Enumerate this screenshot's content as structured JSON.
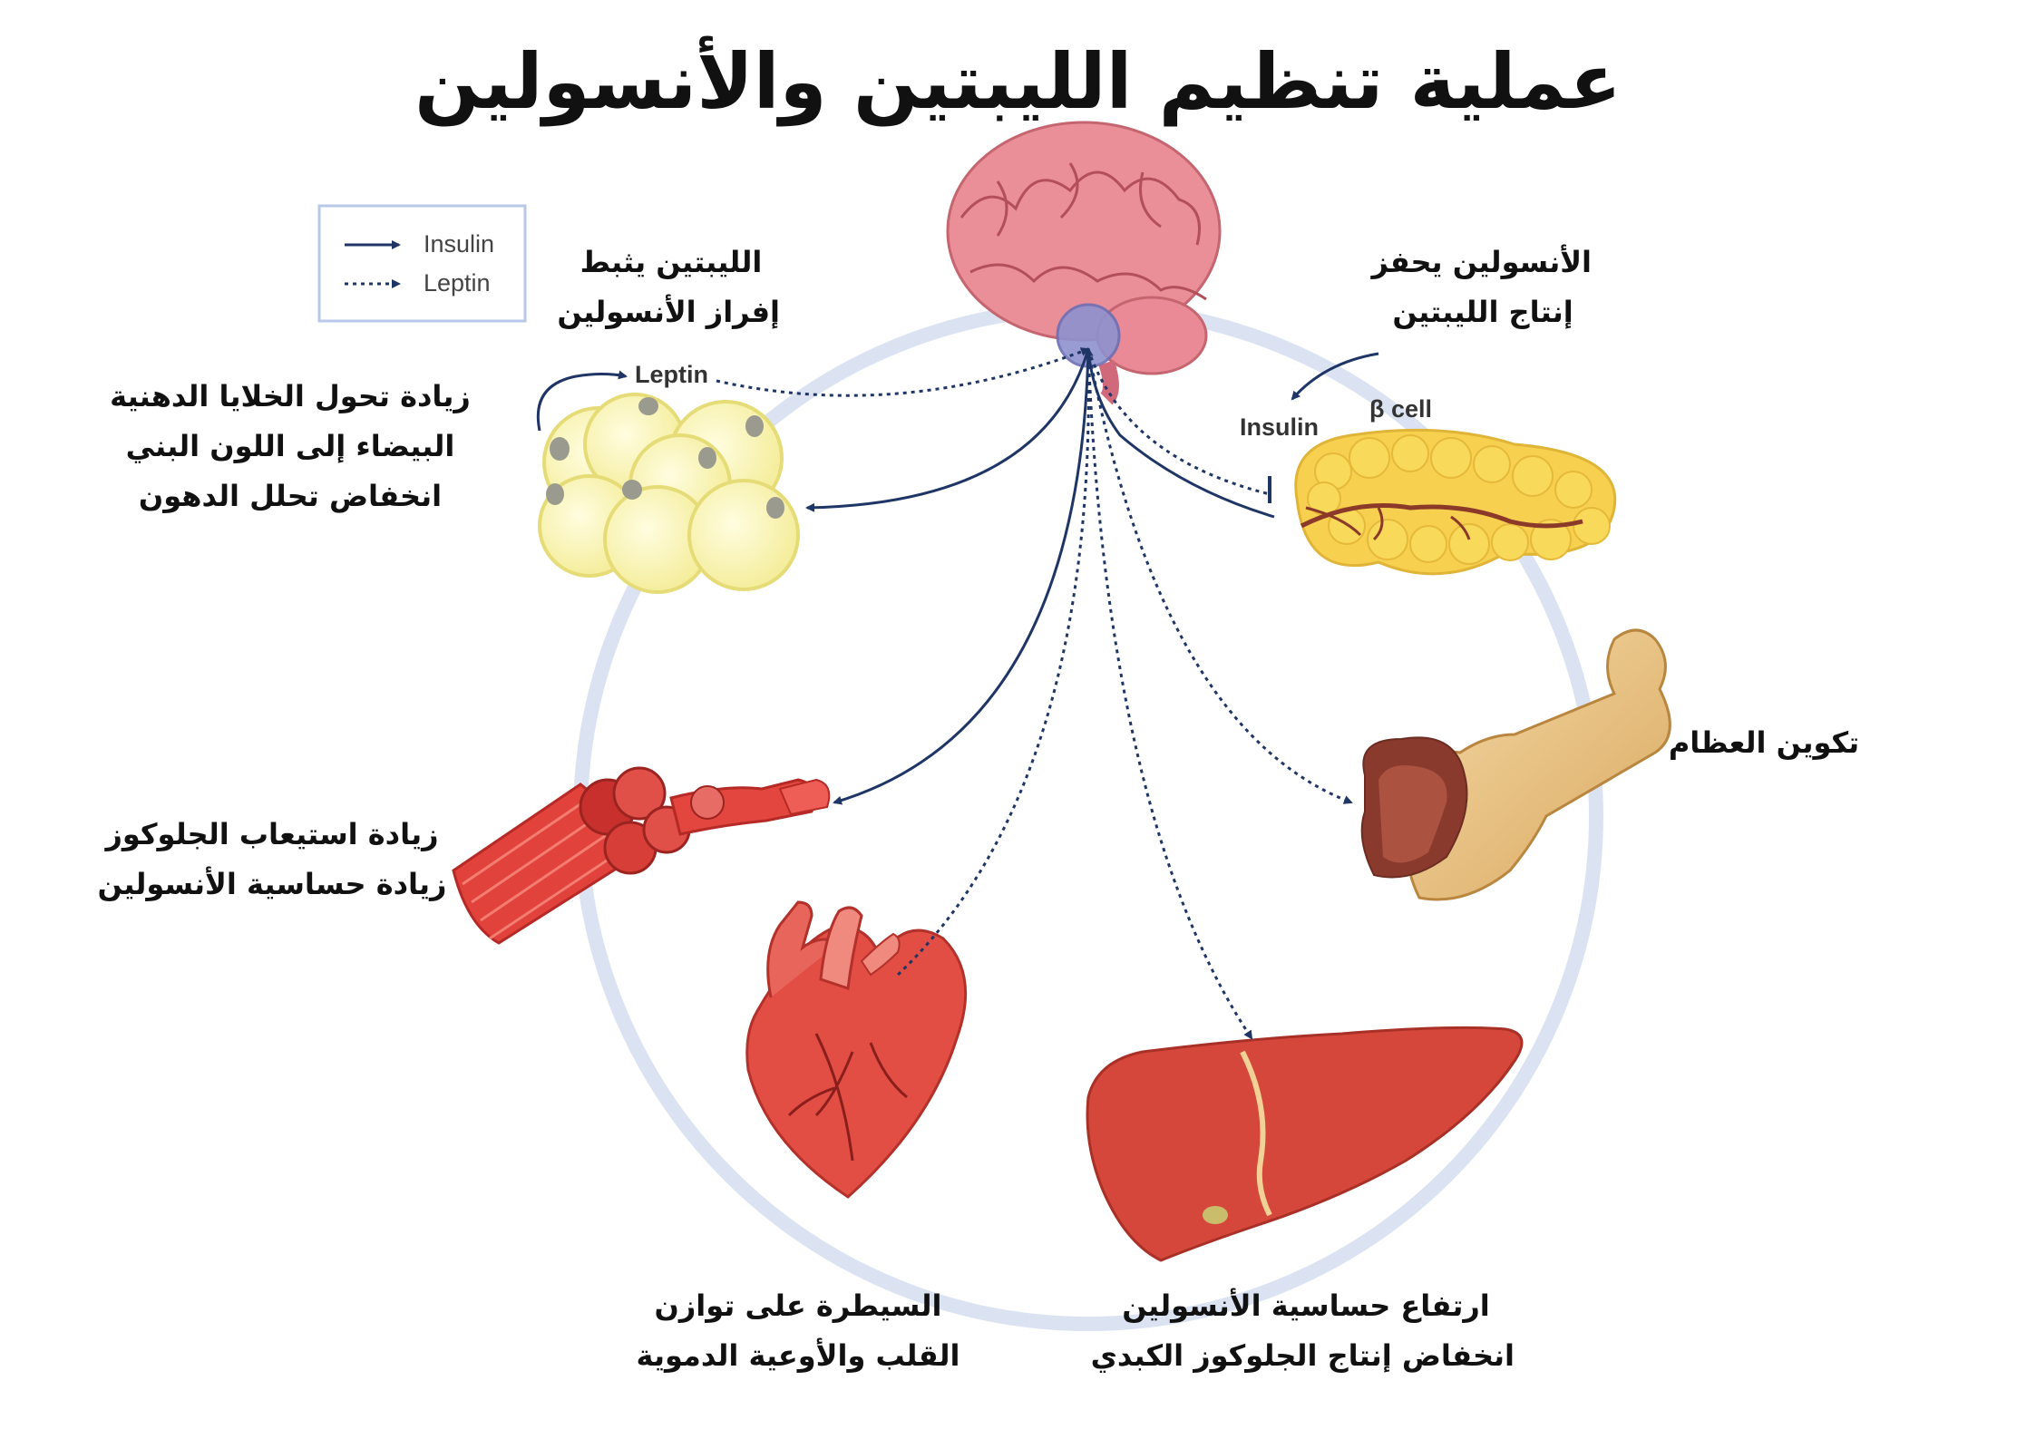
{
  "title": "عملية تنظيم الليبتين والأنسولين",
  "legend": {
    "insulin": "Insulin",
    "leptin": "Leptin"
  },
  "diagram_labels": {
    "leptin": "Leptin",
    "insulin": "Insulin",
    "beta_cell": "β cell"
  },
  "captions": {
    "leptin_inhibits": [
      "الليبتين يثبط",
      "إفراز الأنسولين"
    ],
    "insulin_stimulates": [
      "الأنسولين يحفز",
      "إنتاج الليبتين"
    ],
    "fat_cells": [
      "زيادة تحول الخلايا الدهنية",
      "البيضاء إلى اللون البني",
      "انخفاض تحلل الدهون"
    ],
    "bone": [
      "تكوين العظام"
    ],
    "muscle": [
      "زيادة استيعاب الجلوكوز",
      "زيادة حساسية الأنسولين"
    ],
    "heart": [
      "السيطرة على توازن",
      "القلب والأوعية الدموية"
    ],
    "liver": [
      "ارتفاع حساسية الأنسولين",
      "انخفاض إنتاج الجلوكوز الكبدي"
    ]
  },
  "colors": {
    "arrow": "#1f3566",
    "ring": "#dbe3f2",
    "legend_border": "#b7c8e8"
  }
}
